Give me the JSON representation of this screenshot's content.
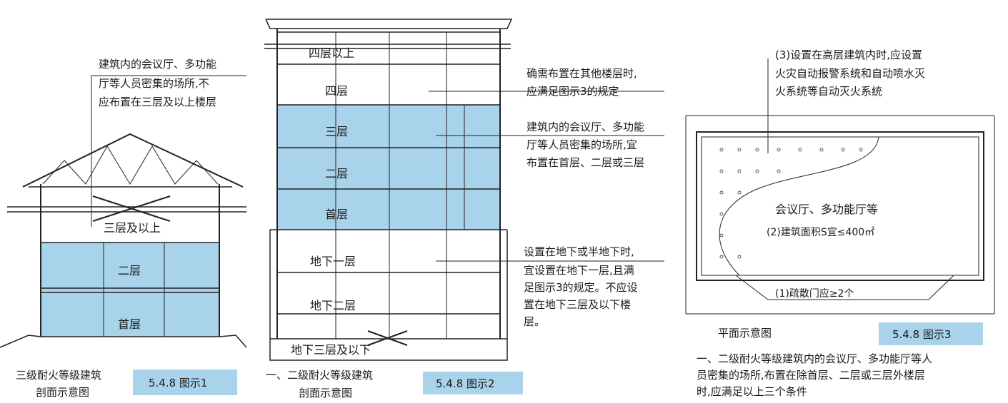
{
  "fig1": {
    "note": [
      "建筑内的会议厅、多功能",
      "厅等人员密集的场所,不",
      "应布置在三层及以上楼层"
    ],
    "floors": {
      "upper": "三层及以上",
      "second": "二层",
      "first": "首层"
    },
    "caption": [
      "三级耐火等级建筑",
      "剖面示意图"
    ],
    "badge": "5.4.8 图示1"
  },
  "fig2": {
    "floors": {
      "above4": "四层以上",
      "f4": "四层",
      "f3": "三层",
      "f2": "二层",
      "f1": "首层",
      "b1": "地下一层",
      "b2": "地下二层",
      "b3": "地下三层及以下"
    },
    "note_upper": [
      "确需布置在其他楼层时,",
      "应满足图示3的规定"
    ],
    "note_mid": [
      "建筑内的会议厅、多功能",
      "厅等人员密集的场所,宜",
      "布置在首层、二层或三层"
    ],
    "note_base": [
      "设置在地下或半地下时,",
      "宜设置在地下一层,且满",
      "足图示3的规定。不应设",
      "置在地下三层及以下楼",
      "层。"
    ],
    "caption": [
      "一、二级耐火等级建筑",
      "剖面示意图"
    ],
    "badge": "5.4.8 图示2"
  },
  "fig3": {
    "note_top": [
      "(3)设置在高层建筑内时,应设置",
      "火灾自动报警系统和自动喷水灭",
      "火系统等自动灭火系统"
    ],
    "room": "会议厅、多功能厅等",
    "area": "(2)建筑面积S宜≤400㎡",
    "doors": "(1)疏散门应≥2个",
    "plan_label": "平面示意图",
    "badge": "5.4.8 图示3",
    "footer": [
      "一、二级耐火等级建筑内的会议厅、多功能厅等人",
      "员密集的场所,布置在除首层、二层或三层外楼层",
      "时,应满足以上三个条件"
    ]
  },
  "colors": {
    "blue": "#a9d3ea",
    "badge": "#a9d3ea"
  }
}
